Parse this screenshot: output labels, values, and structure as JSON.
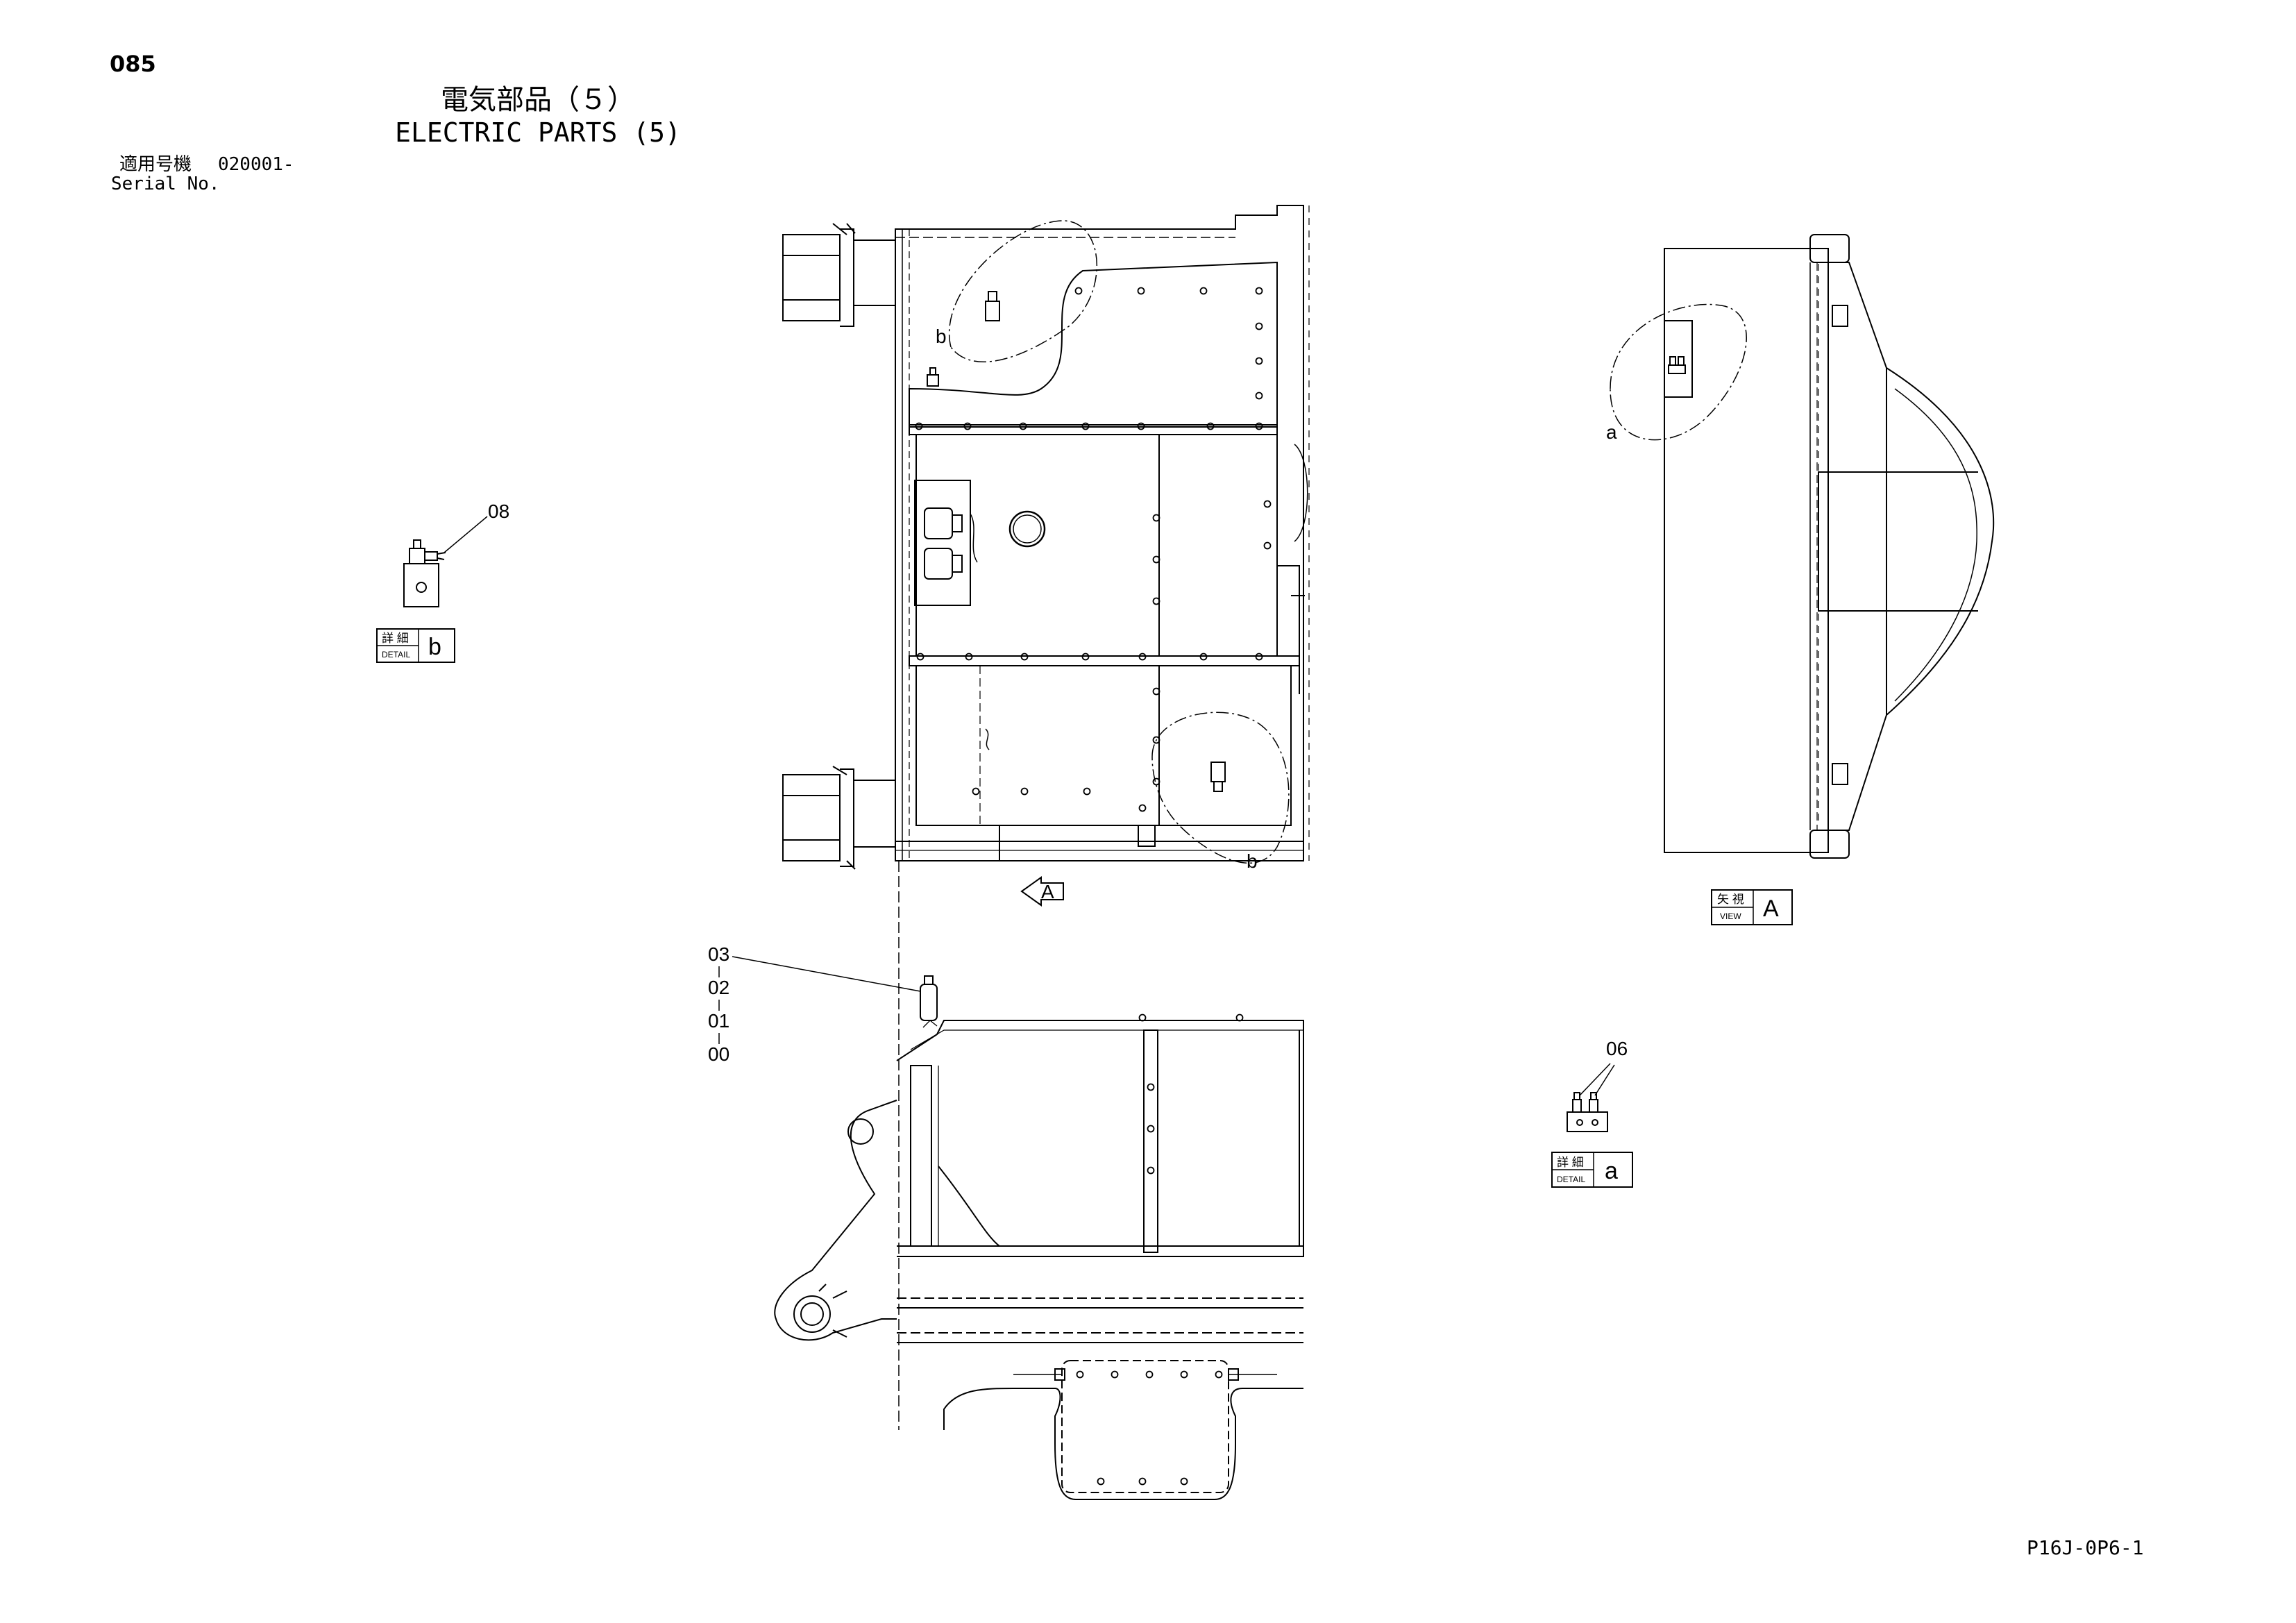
{
  "header": {
    "page_number": "085",
    "title_jp": "電気部品（５）",
    "title_en": "ELECTRIC PARTS (5)",
    "serial_label_jp": "適用号機",
    "serial_label_en": "Serial No.",
    "serial_value": "020001-"
  },
  "footer": {
    "drawing_code": "P16J-0P6-1"
  },
  "detail_b": {
    "part_no": "08",
    "tag_jp": "詳 細",
    "tag_en": "DETAIL",
    "letter": "b"
  },
  "detail_a": {
    "part_no": "06",
    "tag_jp": "詳 細",
    "tag_en": "DETAIL",
    "letter": "a"
  },
  "view_a": {
    "tag_jp": "矢 視",
    "tag_en": "VIEW",
    "letter": "A"
  },
  "main_view": {
    "callout_b_top": "b",
    "callout_b_bottom": "b",
    "arrow_label": "A",
    "part_numbers": [
      "03",
      "02",
      "01",
      "00"
    ]
  },
  "side_view": {
    "callout_a": "a"
  }
}
